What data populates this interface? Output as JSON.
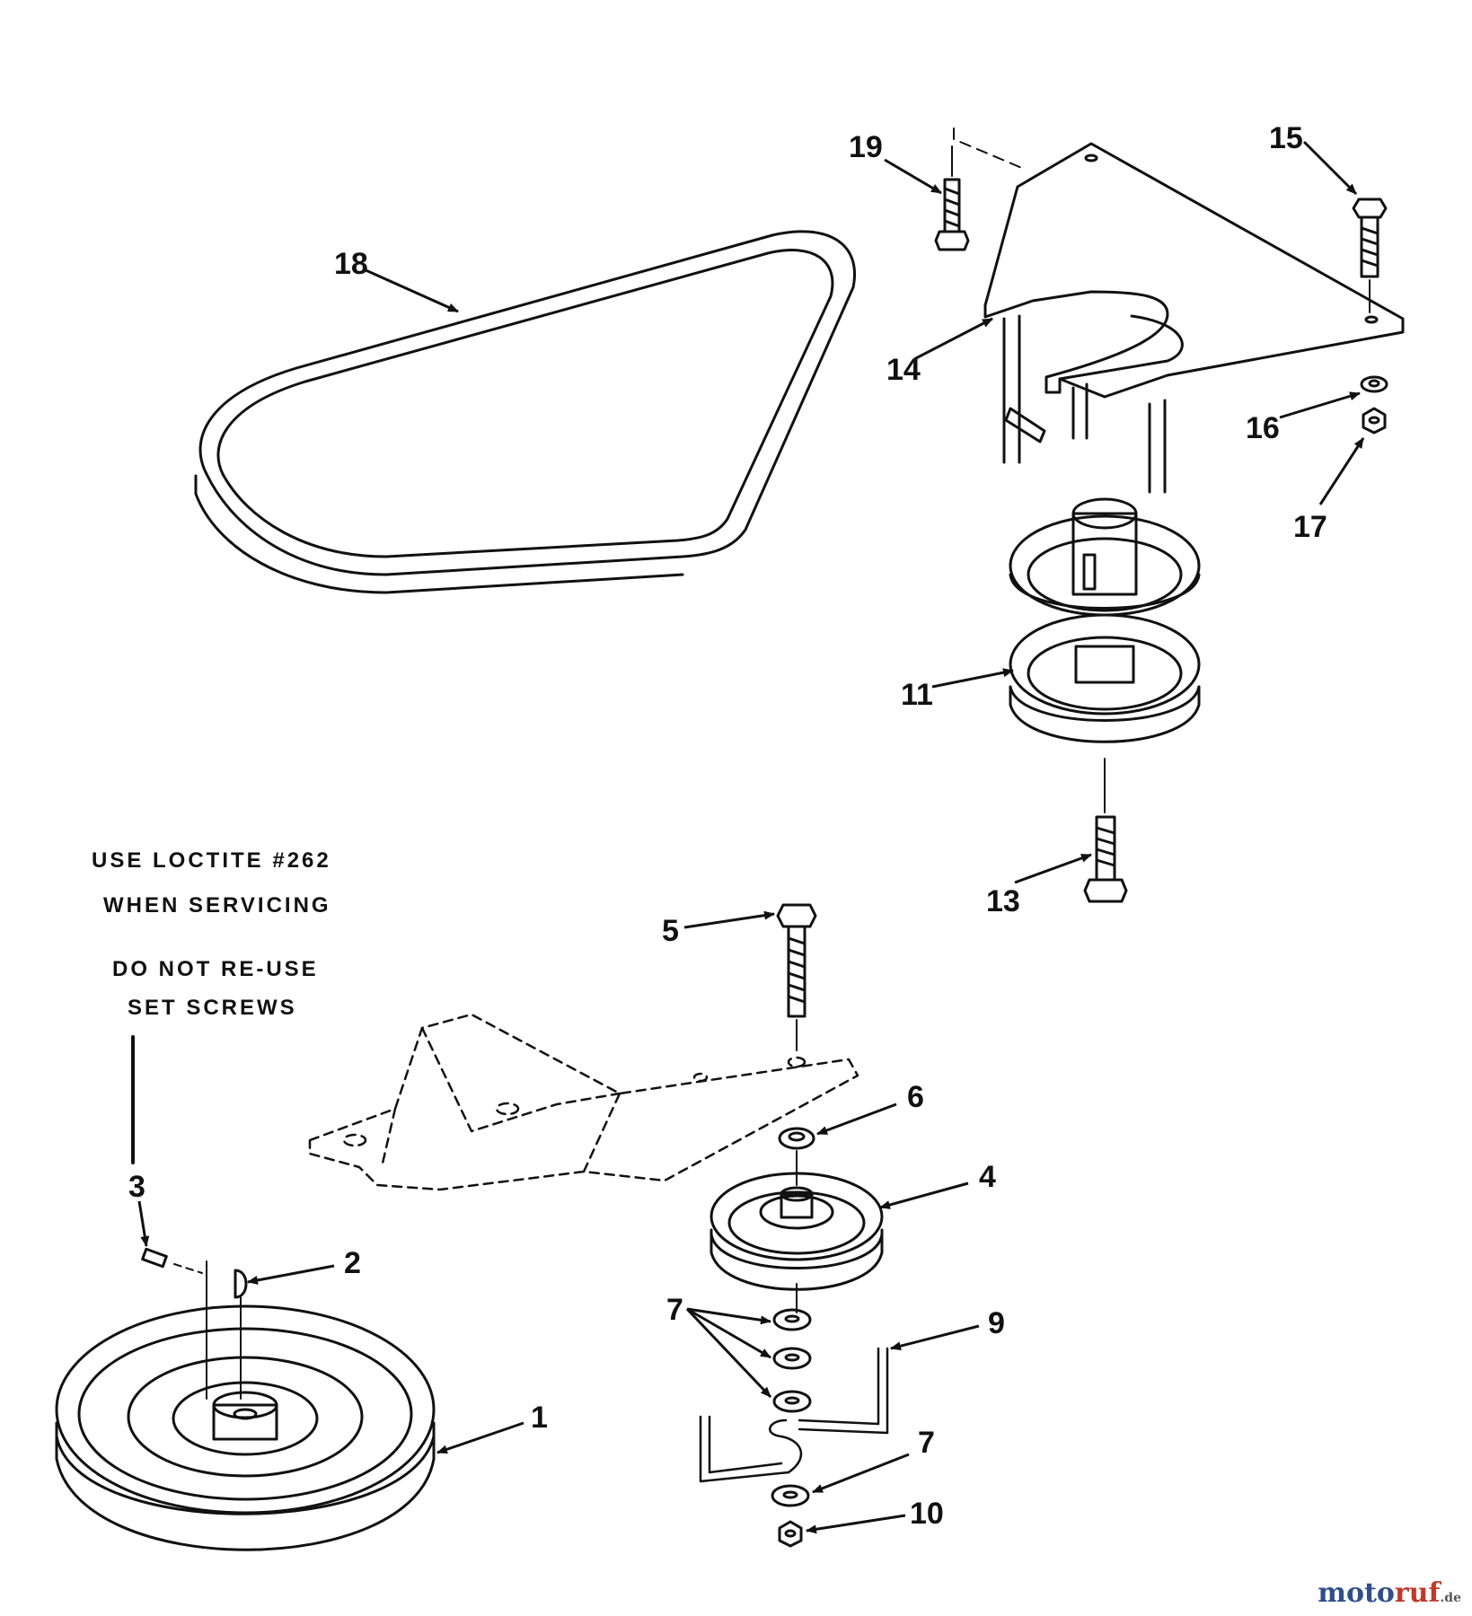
{
  "diagram": {
    "parts": [
      {
        "id": "p1",
        "number": "1"
      },
      {
        "id": "p2",
        "number": "2"
      },
      {
        "id": "p3",
        "number": "3"
      },
      {
        "id": "p4",
        "number": "4"
      },
      {
        "id": "p5",
        "number": "5"
      },
      {
        "id": "p6",
        "number": "6"
      },
      {
        "id": "p7a",
        "number": "7"
      },
      {
        "id": "p7b",
        "number": "7"
      },
      {
        "id": "p9",
        "number": "9"
      },
      {
        "id": "p10",
        "number": "10"
      },
      {
        "id": "p11",
        "number": "11"
      },
      {
        "id": "p13",
        "number": "13"
      },
      {
        "id": "p14",
        "number": "14"
      },
      {
        "id": "p15",
        "number": "15"
      },
      {
        "id": "p16",
        "number": "16"
      },
      {
        "id": "p17",
        "number": "17"
      },
      {
        "id": "p18",
        "number": "18"
      },
      {
        "id": "p19",
        "number": "19"
      }
    ],
    "notes": {
      "line1": "USE LOCTITE #262",
      "line2": "WHEN SERVICING",
      "line3": "DO NOT RE-USE",
      "line4": "SET SCREWS"
    }
  },
  "watermark": {
    "part_a": "moto",
    "part_b": "ruf",
    "part_c": ".de"
  }
}
